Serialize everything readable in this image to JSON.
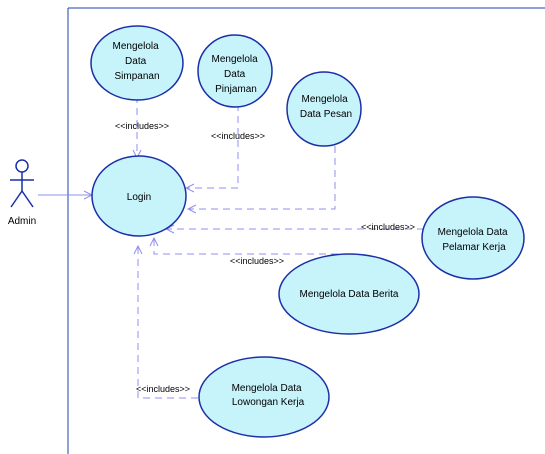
{
  "diagram": {
    "type": "use-case",
    "colors": {
      "boundary": "#1f3fb0",
      "usecase_fill": "#c7f3fb",
      "usecase_stroke": "#1b2fa8",
      "dependency_line": "#8f8ff0",
      "actor": "#1b2fa8"
    },
    "actor": {
      "name": "Admin"
    },
    "use_cases": {
      "simpanan": [
        "Mengelola",
        "Data",
        "Simpanan"
      ],
      "pinjaman": [
        "Mengelola",
        "Data",
        "Pinjaman"
      ],
      "pesan": [
        "Mengelola",
        "Data Pesan"
      ],
      "login": [
        "Login"
      ],
      "pelamar": [
        "Mengelola Data",
        "Pelamar Kerja"
      ],
      "berita": [
        "Mengelola Data Berita"
      ],
      "lowongan": [
        "Mengelola Data",
        "Lowongan Kerja"
      ]
    },
    "includes_label": "<<includes>>",
    "relations": [
      {
        "from": "actor",
        "to": "login",
        "type": "association"
      },
      {
        "from": "simpanan",
        "to": "login",
        "type": "include"
      },
      {
        "from": "pinjaman",
        "to": "login",
        "type": "include"
      },
      {
        "from": "pesan",
        "to": "login",
        "type": "include"
      },
      {
        "from": "pelamar",
        "to": "login",
        "type": "include"
      },
      {
        "from": "berita",
        "to": "login",
        "type": "include"
      },
      {
        "from": "lowongan",
        "to": "login",
        "type": "include"
      }
    ]
  }
}
